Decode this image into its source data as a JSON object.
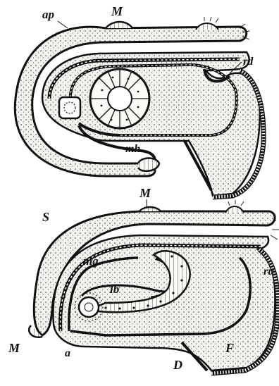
{
  "figure": {
    "background": "#ffffff",
    "ink": "#111111",
    "tissue_fill": "#f3f1ec",
    "upper": {
      "labels": {
        "ap": "ap",
        "M": "M",
        "rd": "rd",
        "mh": "mh",
        "M_lower": "M"
      }
    },
    "lower": {
      "labels": {
        "S": "S",
        "mg": "mg",
        "lb": "lb",
        "ru": "ru",
        "M": "M",
        "a": "a",
        "D": "D",
        "F": "F"
      }
    }
  }
}
